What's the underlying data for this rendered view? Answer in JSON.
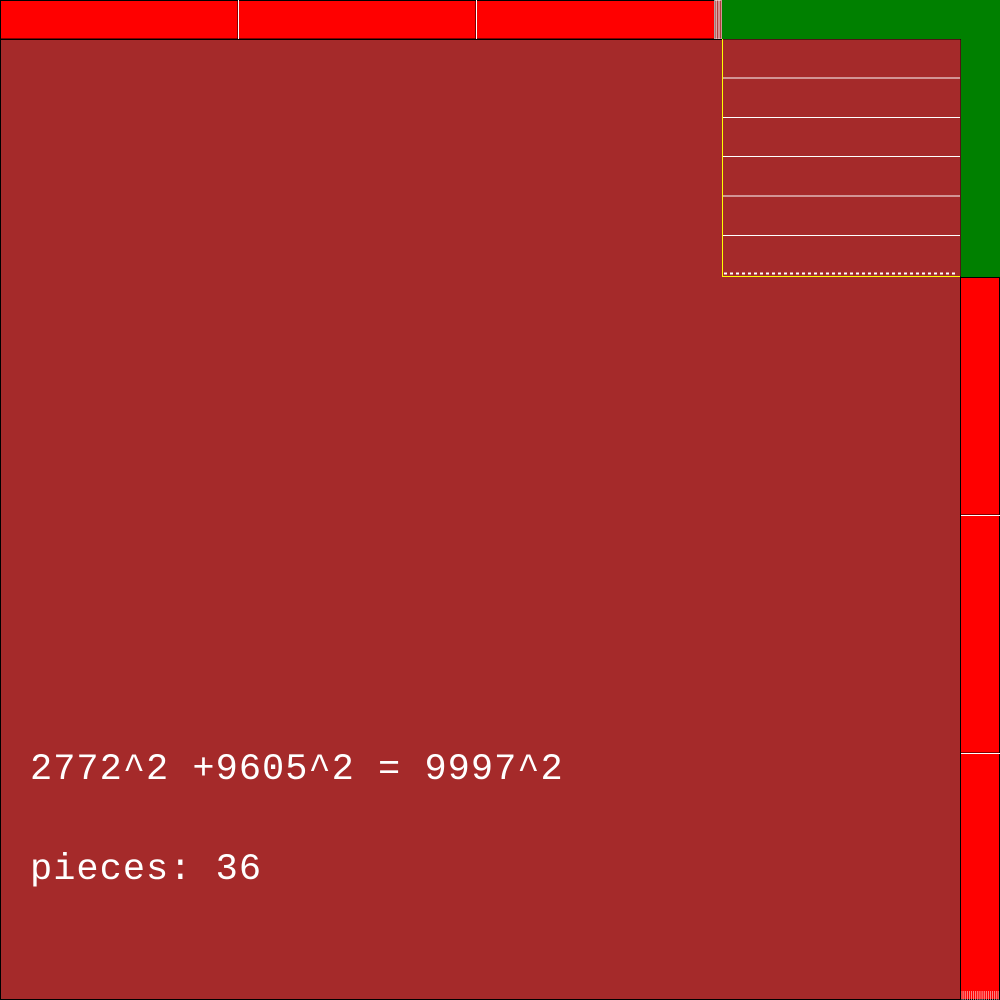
{
  "colors": {
    "large_square": "#a52a2a",
    "strip_red": "#ff0000",
    "corner_green": "#008000",
    "outline": "#000000",
    "divider": "#ffffff",
    "inner_edge": "#ffff00"
  },
  "equation": {
    "a": 2772,
    "b": 9605,
    "c": 9997
  },
  "equation_text": "2772^2 +9605^2 = 9997^2",
  "pieces_text": "pieces: 36"
}
